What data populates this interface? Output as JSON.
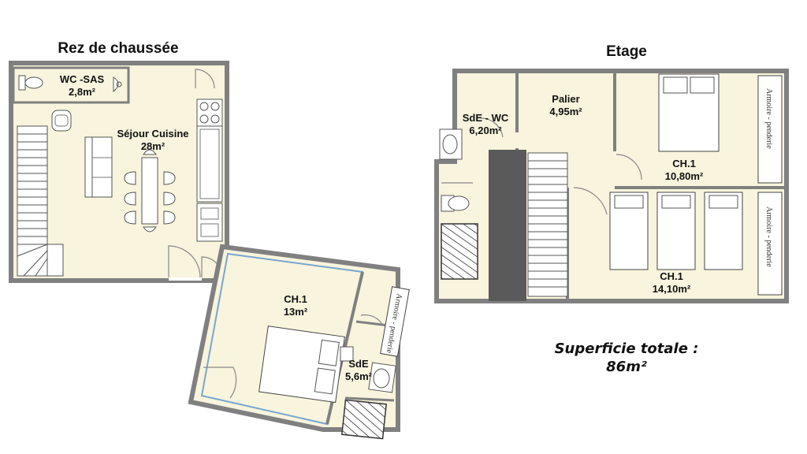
{
  "floors": {
    "ground": {
      "title": "Rez de chaussée"
    },
    "upper": {
      "title": "Etage"
    }
  },
  "rooms": {
    "wc_sas": {
      "name": "WC -SAS",
      "area": "2,8m²"
    },
    "sejour": {
      "name": "Séjour Cuisine",
      "area": "28m²"
    },
    "ch1_ground": {
      "name": "CH.1",
      "area": "13m²"
    },
    "sde_ground": {
      "name": "SdE",
      "area": "5,6m²"
    },
    "sde_wc": {
      "name": "SdE - WC",
      "area": "6,20m²"
    },
    "palier": {
      "name": "Palier",
      "area": "4,95m²"
    },
    "ch1_upper_a": {
      "name": "CH.1",
      "area": "10,80m²"
    },
    "ch1_upper_b": {
      "name": "CH.1",
      "area": "14,10m²"
    }
  },
  "wardrobes": {
    "ground": "Armoire - penderie",
    "upper_top": "Armoire - penderie",
    "upper_bottom": "Armoire - penderie"
  },
  "summary": {
    "label": "Superficie totale :",
    "value": "86m²"
  },
  "colors": {
    "wall": "#808080",
    "floor": "#f8f4dd",
    "blue_wall": "#7aa6cf",
    "stair": "#5a5a5a"
  }
}
